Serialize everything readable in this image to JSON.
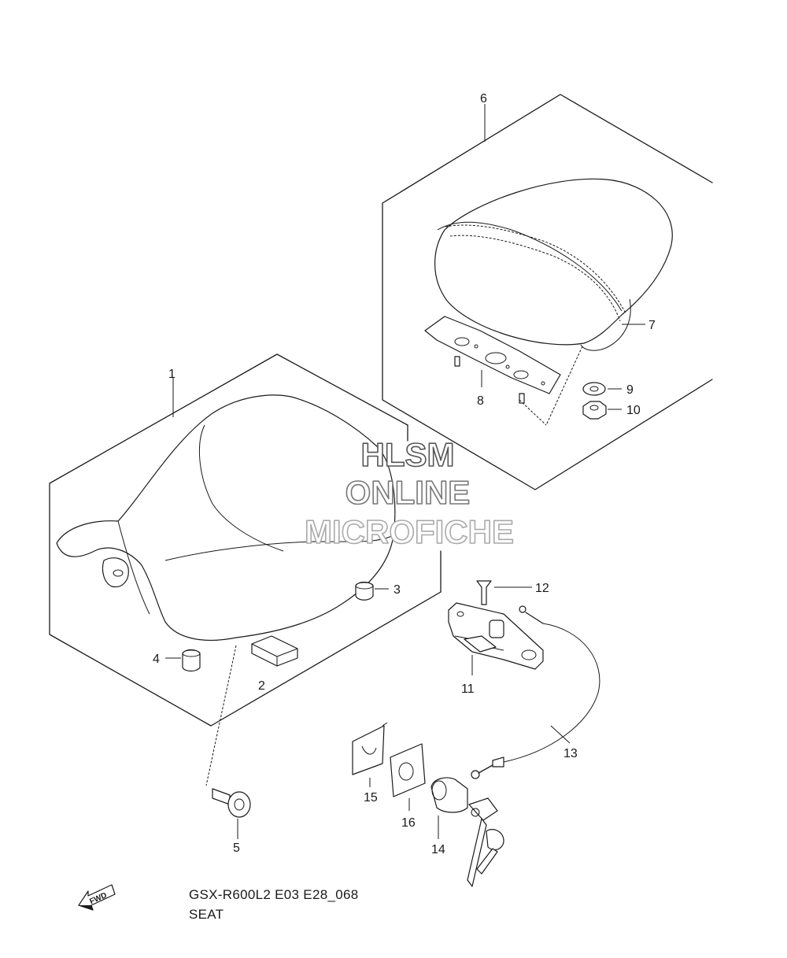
{
  "callouts": [
    "1",
    "2",
    "3",
    "4",
    "5",
    "6",
    "7",
    "8",
    "9",
    "10",
    "11",
    "12",
    "13",
    "14",
    "15",
    "16"
  ],
  "watermark": {
    "line1": "HLSM",
    "line2": "ONLINE",
    "line3": "MICROFICHE"
  },
  "fwd_label": "FWD",
  "caption": {
    "code": "GSX-R600L2 E03 E28_068",
    "title": "SEAT"
  },
  "colors": {
    "ink": "#1a1a1a",
    "background": "#ffffff"
  }
}
